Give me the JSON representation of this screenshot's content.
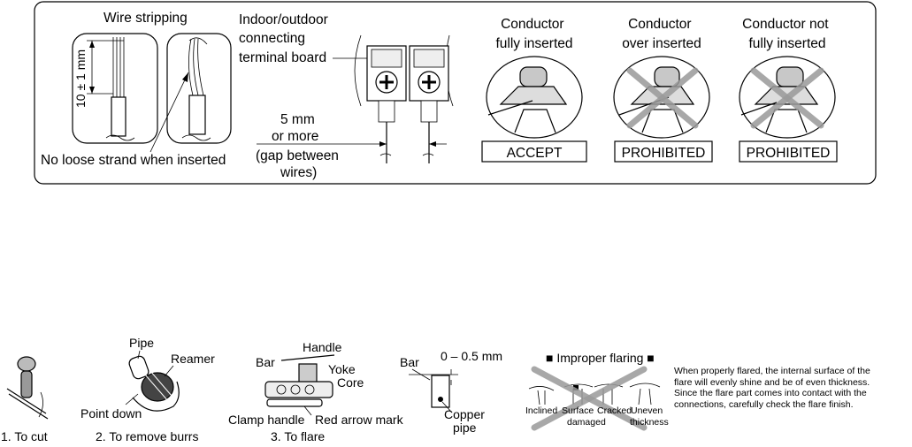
{
  "wiring": {
    "wire_stripping": "Wire stripping",
    "dimension": "10 ± 1 mm",
    "no_loose_strand": "No loose strand when inserted",
    "terminal_label": [
      "Indoor/outdoor",
      "connecting",
      "terminal board"
    ],
    "gap_label": [
      "5 mm",
      "or more",
      "(gap between",
      "wires)"
    ],
    "conditions": [
      {
        "title": [
          "Conductor",
          "fully inserted"
        ],
        "verdict": "ACCEPT"
      },
      {
        "title": [
          "Conductor",
          "over inserted"
        ],
        "verdict": "PROHIBITED"
      },
      {
        "title": [
          "Conductor not",
          "fully inserted"
        ],
        "verdict": "PROHIBITED"
      }
    ]
  },
  "flaring": {
    "steps": [
      {
        "caption": "1. To cut"
      },
      {
        "caption": "2. To remove burrs",
        "labels": [
          "Pipe",
          "Reamer",
          "Point down"
        ]
      },
      {
        "caption": "3. To flare",
        "labels": [
          "Handle",
          "Bar",
          "Yoke",
          "Core",
          "Clamp handle",
          "Red arrow mark"
        ]
      }
    ],
    "detail": {
      "bar": "Bar",
      "range": "0 – 0.5 mm",
      "copper_pipe": [
        "Copper",
        "pipe"
      ]
    },
    "improper": {
      "title": "■ Improper flaring ■",
      "types": [
        [
          "Inclined"
        ],
        [
          "Surface",
          "damaged"
        ],
        [
          "Cracked"
        ],
        [
          "Uneven",
          "thickness"
        ]
      ]
    },
    "note_lines": [
      "When properly flared, the internal surface of the",
      "flare will evenly shine and be of even thickness.",
      "Since the flare part comes into contact with the",
      "connections, carefully check the flare finish."
    ]
  }
}
